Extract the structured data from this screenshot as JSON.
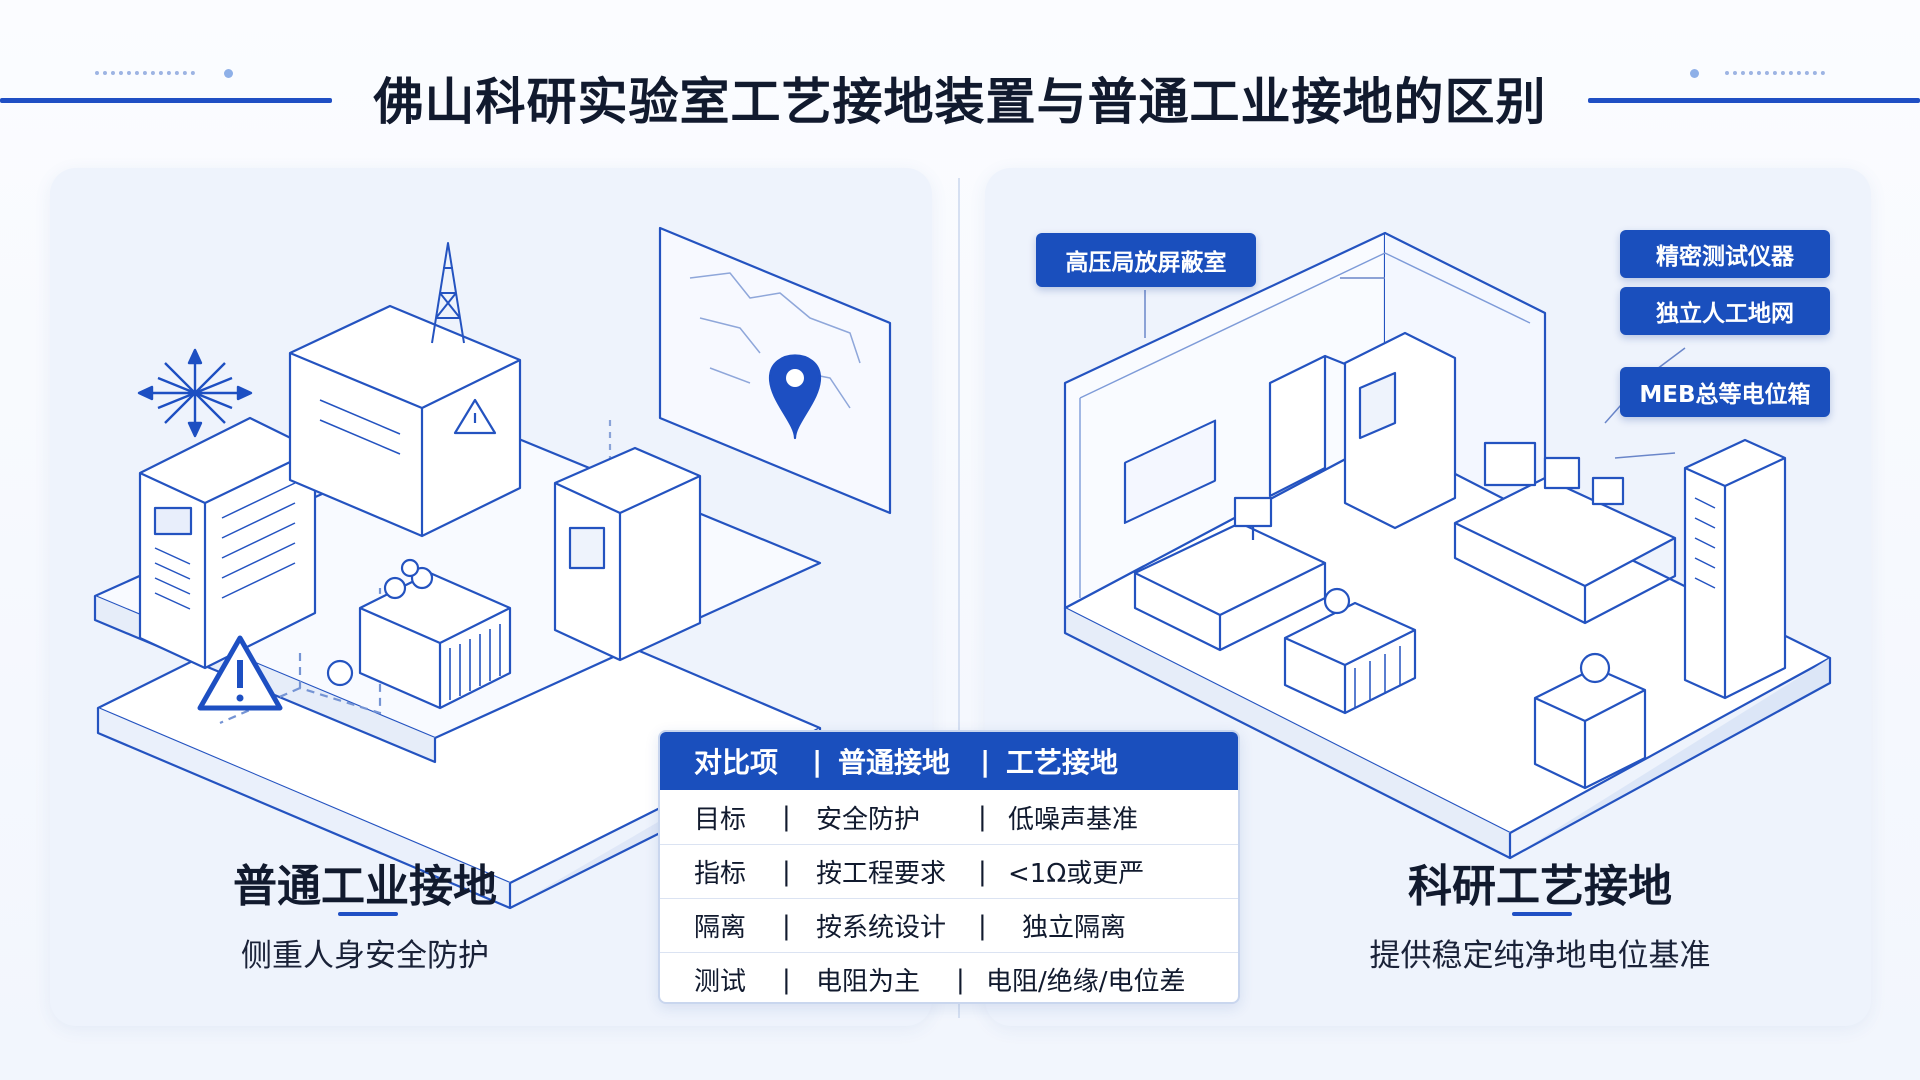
{
  "title": "佛山科研实验室工艺接地装置与普通工业接地的区别",
  "left": {
    "heading": "普通工业接地",
    "subtitle": "侧重人身安全防护"
  },
  "right": {
    "heading": "科研工艺接地",
    "subtitle": "提供稳定纯净地电位基准",
    "tags": {
      "shield_room": "高压局放屏蔽室",
      "instrument": "精密测试仪器",
      "ground_net": "独立人工地网",
      "meb": "MEB总等电位箱"
    }
  },
  "table": {
    "separator": "|",
    "headers": [
      "对比项",
      "普通接地",
      "工艺接地"
    ],
    "rows": [
      [
        "目标",
        "安全防护",
        "低噪声基准"
      ],
      [
        "指标",
        "按工程要求",
        "<1Ω或更严"
      ],
      [
        "隔离",
        "按系统设计",
        "独立隔离"
      ],
      [
        "测试",
        "电阻为主",
        "电阻/绝缘/电位差"
      ]
    ]
  },
  "colors": {
    "accent": "#1a4fbd",
    "line": "#1f4fc4",
    "panel": "#eef3fc"
  }
}
